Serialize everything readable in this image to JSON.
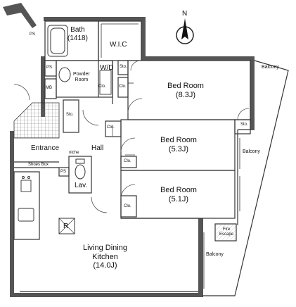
{
  "compass": {
    "label": "N"
  },
  "rooms": {
    "bath": {
      "name": "Bath",
      "size": "(1418)"
    },
    "wic": "W.I.C",
    "wd": "W/D",
    "powder": {
      "line1": "Powder",
      "line2": "Room"
    },
    "bed1": {
      "name": "Bed Room",
      "size": "(8.3J)"
    },
    "bed2": {
      "name": "Bed Room",
      "size": "(5.3J)"
    },
    "bed3": {
      "name": "Bed Room",
      "size": "(5.1J)"
    },
    "ldk": {
      "line1": "Living Dining",
      "line2": "Kitchen",
      "size": "(14.0J)"
    },
    "entrance": "Entrance",
    "hall": "Hall",
    "lav": "Lav.",
    "shoes": "Shoes Box",
    "niche": "niche",
    "balcony_top": "Balcony",
    "balcony_mid": "Balcony",
    "balcony_bottom": "Balcony",
    "fire_escape": {
      "line1": "Fire",
      "line2": "Escape"
    }
  },
  "small": {
    "ps": "PS",
    "mb": "MB",
    "sto": "Sto.",
    "clo": "Clo.",
    "r": "R"
  }
}
